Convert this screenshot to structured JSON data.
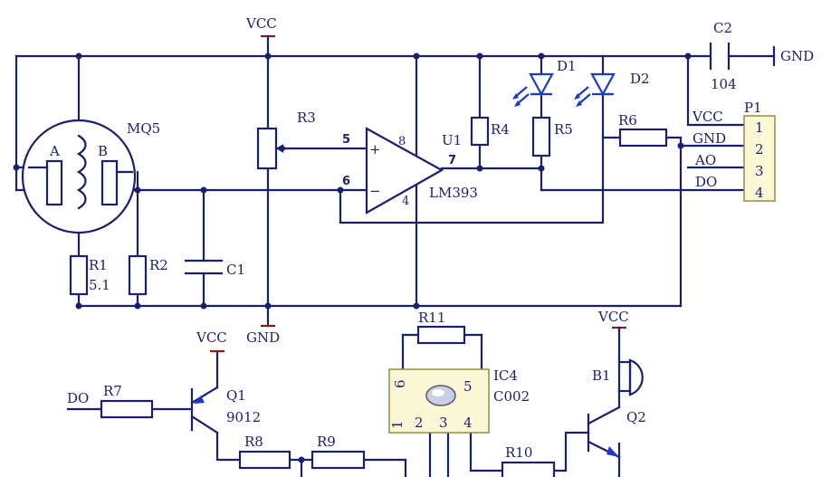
{
  "labels": {
    "vcc_top": "VCC",
    "gnd_mid": "GND",
    "vcc_q1": "VCC",
    "vcc_b1": "VCC",
    "gnd_c2": "GND",
    "mq5": "MQ5",
    "mq5_a": "A",
    "mq5_b": "B",
    "r1": "R1",
    "r1_val": "5.1",
    "r2": "R2",
    "c1": "C1",
    "r3": "R3",
    "u1": "U1",
    "lm393": "LM393",
    "pin5": "5",
    "pin6": "6",
    "pin7": "7",
    "pin8": "8",
    "pin4": "4",
    "plus": "+",
    "minus": "−",
    "r4": "R4",
    "r5": "R5",
    "r6": "R6",
    "d1": "D1",
    "d2": "D2",
    "c2": "C2",
    "c2_val": "104",
    "p1": "P1",
    "p1_vcc": "VCC",
    "p1_gnd": "GND",
    "p1_ao": "AO",
    "p1_do": "DO",
    "p1_pin1": "1",
    "p1_pin2": "2",
    "p1_pin3": "3",
    "p1_pin4": "4",
    "do_in": "DO",
    "r7": "R7",
    "q1": "Q1",
    "q1_part": "9012",
    "r8": "R8",
    "r9": "R9",
    "r11": "R11",
    "ic4": "IC4",
    "ic4_part": "C002",
    "ic4_pin1": "1",
    "ic4_pin2": "2",
    "ic4_pin3": "3",
    "ic4_pin4": "4",
    "ic4_pin5": "5",
    "ic4_pin6": "6",
    "r10": "R10",
    "b1": "B1",
    "q2": "Q2"
  }
}
